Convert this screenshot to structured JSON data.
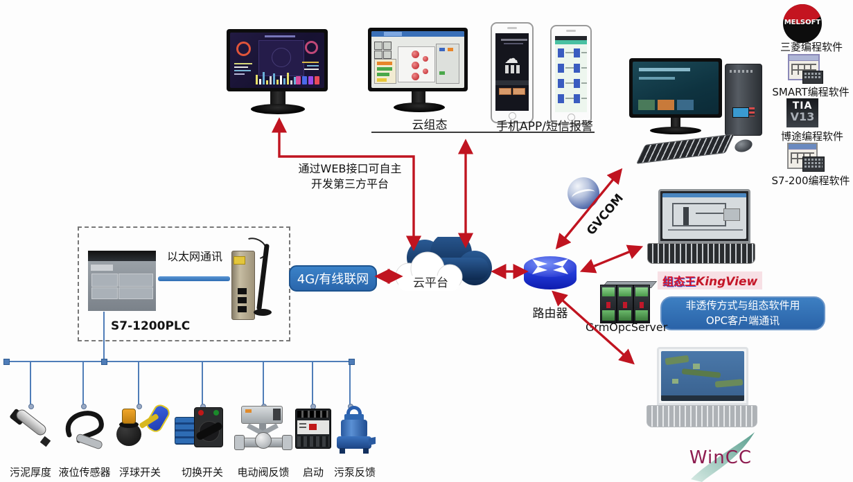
{
  "top": {
    "cloud_scada_label": "云组态",
    "phones_label": "手机APP/短信报警"
  },
  "software": {
    "melsoft_logo": "MELSOFT",
    "tia_line1": "TIA",
    "tia_line2": "V13",
    "items": [
      {
        "label": "三菱编程软件"
      },
      {
        "label": "SMART编程软件"
      },
      {
        "label": "博途编程软件"
      },
      {
        "label": "S7-200编程软件"
      }
    ]
  },
  "network": {
    "web_note_line1": "通过WEB接口可自主",
    "web_note_line2": "开发第三方平台",
    "wan_button": "4G/有线联网",
    "cloud_label": "云平台",
    "router_label": "路由器",
    "gvcom_label": "GVCOM"
  },
  "plc": {
    "ethernet_label": "以太网通讯",
    "name": "S7-1200PLC"
  },
  "right_side": {
    "kingview_cn": "组态王",
    "kingview_en": "KingView",
    "opc_server": "GrmOpcServer",
    "opc_note_line1": "非透传方式与组态软件用",
    "opc_note_line2": "OPC客户端通讯",
    "wincc": "WinCC"
  },
  "devices": [
    {
      "label": "污泥厚度"
    },
    {
      "label": "液位传感器"
    },
    {
      "label": "浮球开关"
    },
    {
      "label": "切换开关"
    },
    {
      "label": "电动阀反馈"
    },
    {
      "label": "启动"
    },
    {
      "label": "污泵反馈"
    }
  ],
  "icons": [
    "cloud-icon",
    "router-icon",
    "globe-icon",
    "monitor-icon",
    "phone-icon",
    "desktop-pc-icon",
    "laptop-icon",
    "server-icon",
    "arrow-connector"
  ],
  "colors": {
    "arrow": "#c01420",
    "blue_button": "#2f72b8",
    "cloud_dark": "#16365e",
    "router_blue": "#2640d8",
    "bus": "#4f7db8"
  }
}
